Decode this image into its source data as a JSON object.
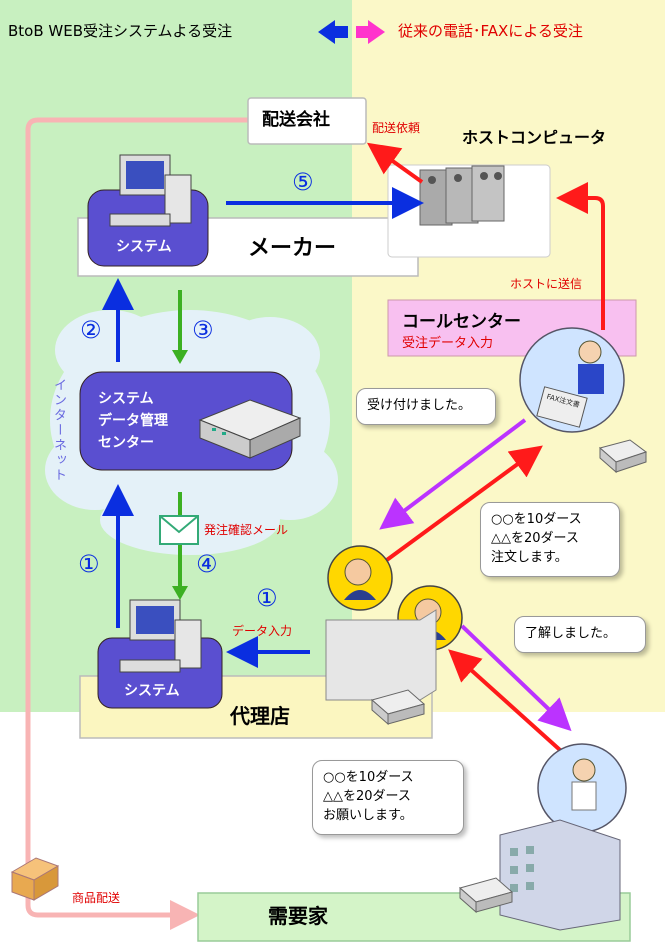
{
  "header": {
    "left_label": "BtoB WEB受注システムよる受注",
    "right_label": "従来の電話･FAXによる受注"
  },
  "colors": {
    "web_area": "#c8f0c0",
    "traditional_area": "#fbf8c8",
    "system_box": "#5a4fd0",
    "blue_arrow": "#0a2ee0",
    "green_arrow": "#3cb022",
    "red_arrow": "#ff1a1a",
    "purple_arrow": "#bb33ff",
    "pink_line": "#f8b4b4",
    "label_red": "#e00000"
  },
  "nodes": {
    "shipping_company": "配送会社",
    "host_computer": "ホストコンピュータ",
    "maker": "メーカー",
    "maker_system": "システム",
    "data_center": [
      "システム",
      "データ管理",
      "センター"
    ],
    "call_center": "コールセンター",
    "call_center_sub": "受注データ入力",
    "agency": "代理店",
    "agency_system": "システム",
    "customer": "需要家",
    "internet": "インターネット"
  },
  "labels": {
    "shipping_request": "配送依頼",
    "send_to_host": "ホストに送信",
    "order_confirm_mail": "発注確認メール",
    "data_input": "データ入力",
    "product_delivery": "商品配送",
    "fax_sheet": "FAX注文書"
  },
  "steps": {
    "s1a": "①",
    "s1b": "①",
    "s2": "②",
    "s3": "③",
    "s4": "④",
    "s5": "⑤"
  },
  "bubbles": {
    "received": "受け付けました。",
    "agency_order": [
      "○○を10ダース",
      "△△を20ダース",
      "注文します。"
    ],
    "understood": "了解しました。",
    "customer_order": [
      "○○を10ダース",
      "△△を20ダース",
      "お願いします。"
    ]
  }
}
